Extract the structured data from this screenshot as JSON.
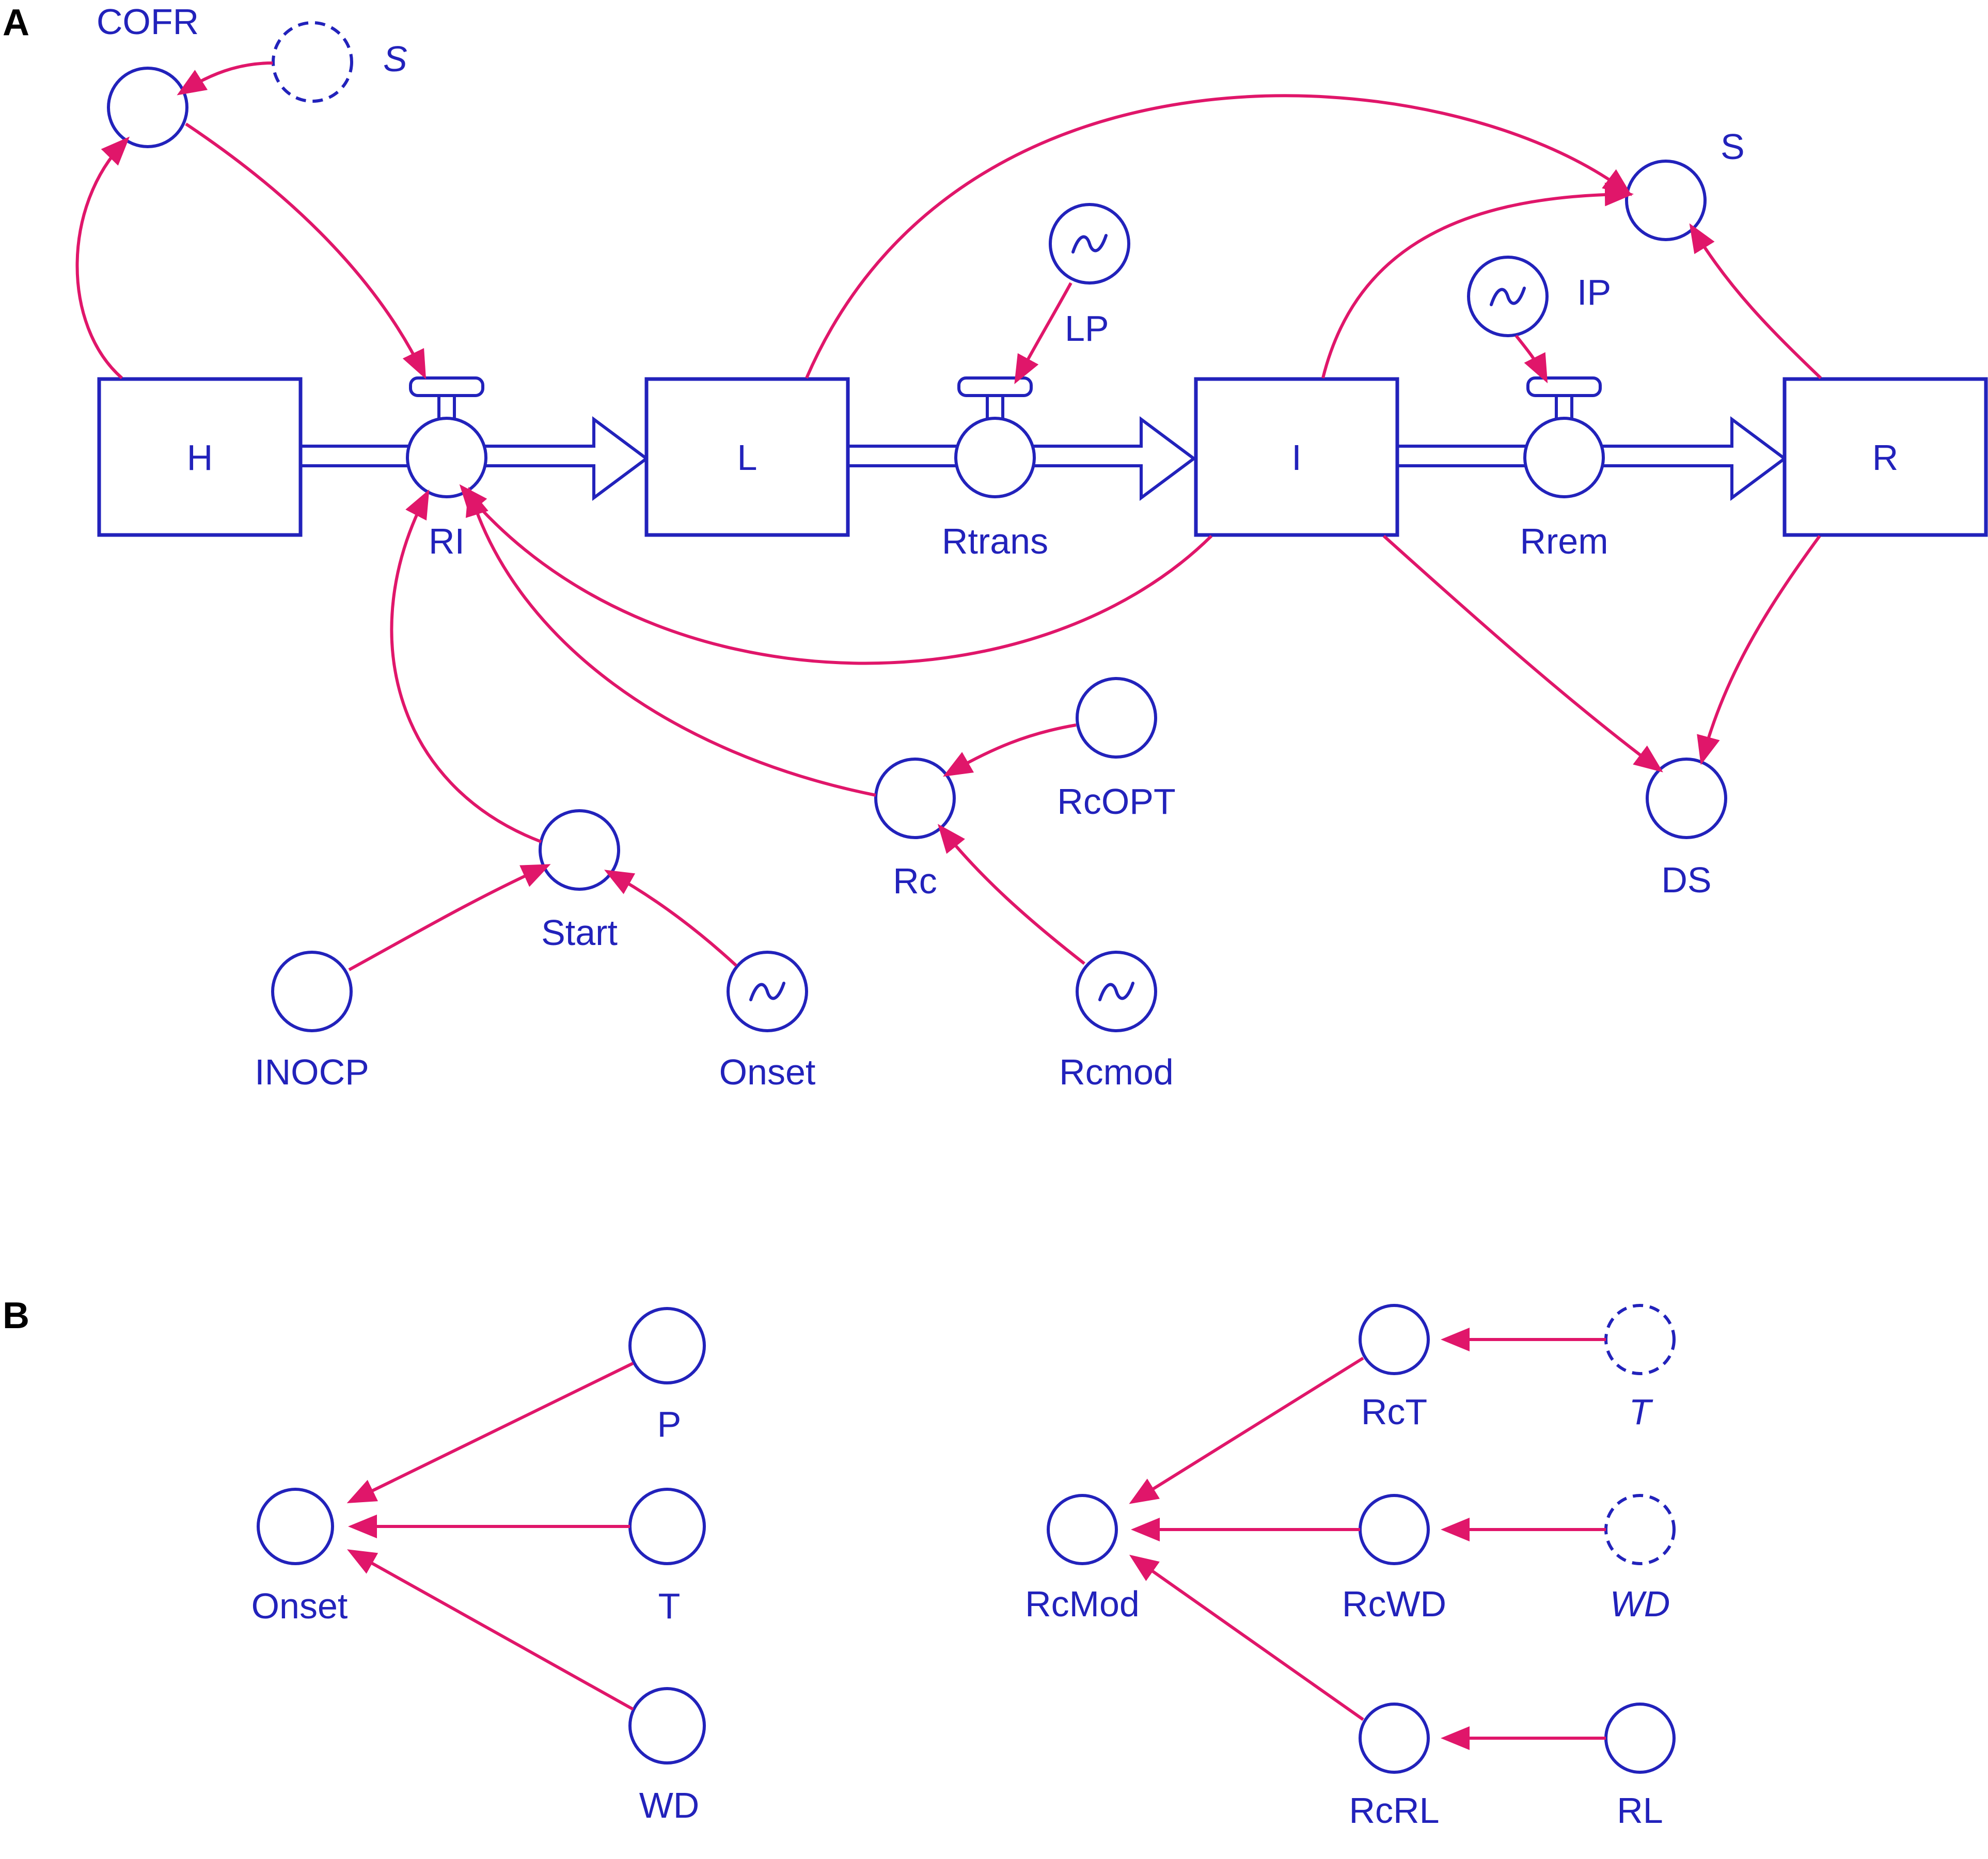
{
  "colors": {
    "node": "#2222bb",
    "link": "#e0166a",
    "background": "#ffffff"
  },
  "panels": {
    "a": "A",
    "b": "B"
  },
  "stocks": {
    "H": "H",
    "L": "L",
    "I": "I",
    "R": "R"
  },
  "flows": {
    "RI": "RI",
    "Rtrans": "Rtrans",
    "Rrem": "Rrem"
  },
  "variables_a": {
    "COFR": "COFR",
    "S_ghost": "S",
    "S": "S",
    "LP": "LP",
    "IP": "IP",
    "DS": "DS",
    "Rc": "Rc",
    "RcOPT": "RcOPT",
    "Start": "Start",
    "INOCP": "INOCP",
    "Onset": "Onset",
    "Rcmod": "Rcmod"
  },
  "variables_b": {
    "Onset": "Onset",
    "P": "P",
    "T": "T",
    "WD": "WD",
    "RcMod": "RcMod",
    "RcT": "RcT",
    "RcWD": "RcWD",
    "RcRL": "RcRL",
    "T_ghost": "T",
    "WD_ghost": "WD",
    "RL": "RL"
  },
  "icons": {
    "stock": "rectangle",
    "flow": "valve-icon",
    "converter": "circle",
    "graphical": "wave-icon",
    "ghost": "dashed-circle"
  }
}
